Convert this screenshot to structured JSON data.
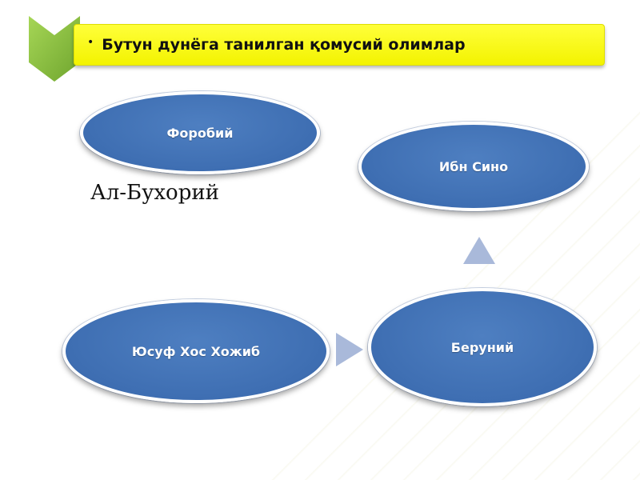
{
  "banner": {
    "bullet": "•",
    "title": "Бутун дунёга танилган қомусий олимлар"
  },
  "nodes": {
    "farobi": "Форобий",
    "ibn_sino": "Ибн Сино",
    "beruniy": "Беруний",
    "yusuf": "Юсуф Хос Хожиб"
  },
  "free_text": "Ал-Бухорий",
  "colors": {
    "banner_yellow": "#ffff3a",
    "chevron_green": "#8dc63f",
    "node_blue": "#4472b8",
    "arrow_blue": "#a9b9da"
  },
  "icons": {
    "chevron": "chevron-down-icon",
    "arrow_up": "triangle-up-icon",
    "arrow_right": "triangle-right-icon"
  }
}
